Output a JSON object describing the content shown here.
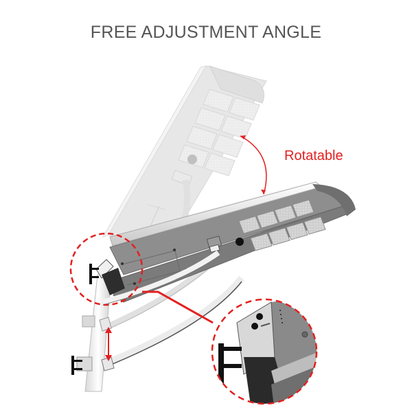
{
  "header": {
    "title": "FREE ADJUSTMENT ANGLE"
  },
  "annotations": {
    "rotation_label": "Rotatable"
  },
  "colors": {
    "title_text": "#555555",
    "accent_red": "#e32020",
    "lamp_body": "#8a8a8a",
    "lamp_ghost": "#dcdcdc",
    "pole": "#eeeeee"
  },
  "illustration": {
    "subject": "solar street light with adjustable mounting bracket",
    "lamp_positions": [
      "raised (ghost)",
      "lowered (solid)"
    ],
    "led_modules_per_lamp": 8,
    "callouts": [
      "bracket-detail-circle",
      "height-adjust-arrow",
      "rotation-arc-arrow"
    ]
  }
}
